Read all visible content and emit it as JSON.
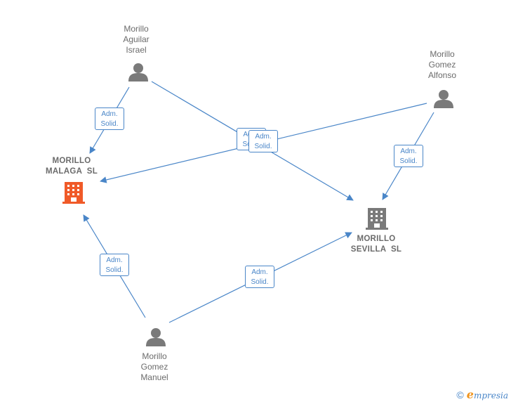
{
  "nodes": {
    "morillo_aguilar_israel": {
      "lines": [
        "Morillo",
        "Aguilar",
        "Israel"
      ],
      "kind": "person"
    },
    "morillo_gomez_alfonso": {
      "lines": [
        "Morillo",
        "Gomez",
        "Alfonso"
      ],
      "kind": "person"
    },
    "morillo_gomez_manuel": {
      "lines": [
        "Morillo",
        "Gomez",
        "Manuel"
      ],
      "kind": "person"
    },
    "morillo_malaga_sl": {
      "lines": [
        "MORILLO",
        "MALAGA  SL"
      ],
      "kind": "company",
      "color": "#f05a28"
    },
    "morillo_sevilla_sl": {
      "lines": [
        "MORILLO",
        "SEVILLA  SL"
      ],
      "kind": "company",
      "color": "#7a7a7a"
    }
  },
  "edge_label": [
    "Adm.",
    "Solid."
  ],
  "colors": {
    "edge": "#4a86c8",
    "person_icon": "#7a7a7a",
    "text": "#6b6b6b"
  },
  "brand": {
    "copyright": "©",
    "initial": "e",
    "name": "mpresia"
  }
}
